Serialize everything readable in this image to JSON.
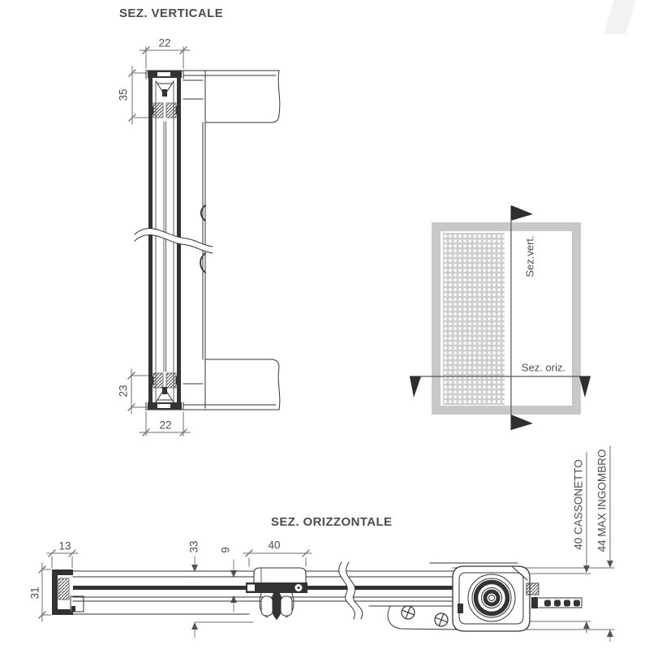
{
  "colors": {
    "line": "#333333",
    "dim_line": "#6e6e6e",
    "text": "#4d4d4d",
    "frame_gray": "#c8c8c8",
    "mesh_gray": "#cdcdcd",
    "corner_band": "#f2f2f2"
  },
  "vertical_section": {
    "title": "SEZ. VERTICALE",
    "dim_top_width": "22",
    "dim_top_height": "35",
    "dim_bottom_height": "23",
    "dim_bottom_width": "22"
  },
  "plan_view": {
    "vertical_cut_label": "Sez.vert.",
    "horizontal_cut_label": "Sez. oriz."
  },
  "horizontal_section": {
    "title": "SEZ. ORIZZONTALE",
    "dim_channel_depth": "13",
    "dim_channel_height": "31",
    "dim_handle_height": "33",
    "dim_rail_height": "9",
    "dim_handle_width": "40",
    "dim_cassette": "40 CASSONETTO",
    "dim_max_envelope": "44 MAX INGOMBRO"
  }
}
